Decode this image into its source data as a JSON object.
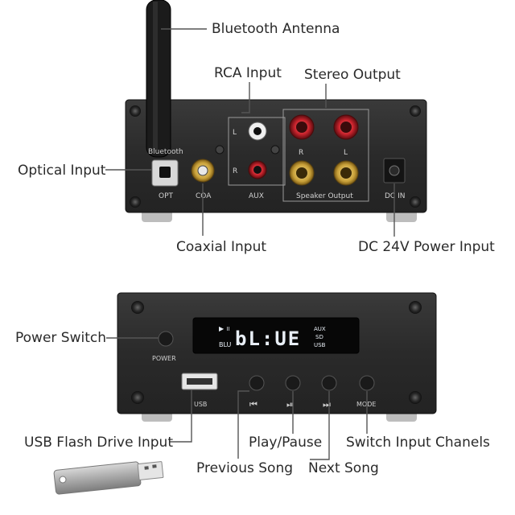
{
  "callouts": {
    "bluetooth_antenna": "Bluetooth Antenna",
    "rca_input": "RCA Input",
    "stereo_output": "Stereo Output",
    "optical_input": "Optical Input",
    "coaxial_input": "Coaxial Input",
    "dc_power_input": "DC 24V Power Input",
    "power_switch": "Power Switch",
    "usb_flash_drive_input": "USB Flash Drive Input",
    "previous_song": "Previous Song",
    "play_pause": "Play/Pause",
    "next_song": "Next Song",
    "switch_input_channels": "Switch Input Chanels"
  },
  "rear_panel": {
    "bluetooth_text": "Bluetooth",
    "opt_label": "OPT",
    "coa_label": "COA",
    "aux_label": "AUX",
    "rca_left": "L",
    "rca_right": "R",
    "speaker_r": "R",
    "speaker_l": "L",
    "speaker_output": "Speaker  Output",
    "dc_in": "DC IN"
  },
  "front_panel": {
    "power_label": "POWER",
    "usb_label": "USB",
    "mode_label": "MODE",
    "display_text": "bL:UE",
    "display_mode": "BLU",
    "source_list": [
      "AUX",
      "SD",
      "USB"
    ],
    "prev_symbol": "⏮",
    "playpause_symbol": "⏯",
    "next_symbol": "⏭"
  },
  "colors": {
    "chassis": "#2b2b2b",
    "brushed_light": "#3a3a3a",
    "rca_red": "#c8232c",
    "gold": "#c9a13a",
    "display_text": "#e8eef5"
  }
}
